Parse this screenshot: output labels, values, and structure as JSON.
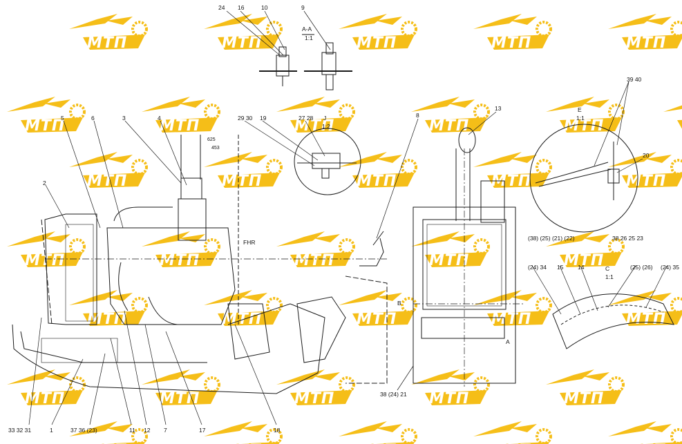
{
  "watermark": {
    "text": "МТП",
    "color": "#f5b800",
    "text_color": "#ffffff"
  },
  "section_titles": {
    "aa": "A-A",
    "aa_scale": "1:1",
    "j": "J",
    "j_scale": "1:2",
    "e": "E",
    "e_scale": "1:1",
    "c": "C",
    "c_scale": "1:1",
    "fhr": "FHR"
  },
  "dimensions": {
    "d1": "625",
    "d2": "453"
  },
  "callouts": {
    "c24": "24",
    "c16": "16",
    "c10": "10",
    "c9": "9",
    "c5": "5",
    "c6": "6",
    "c3": "3",
    "c4": "4",
    "c29_30": "29 30",
    "c19": "19",
    "c27_28": "27 28",
    "c8": "8",
    "c13": "13",
    "c39_40": "39 40",
    "c2": "2",
    "c20": "20",
    "c38_26_25_23": "38 26 25 23",
    "c38b_25b_21b_22b": "(38) (25) (21) (22)",
    "c24b_34": "(24) 34",
    "c15": "15",
    "c14": "14",
    "c25b_26b": "(25) (26)",
    "c24c_35": "(24) 35",
    "c33_32_31": "33 32 31",
    "c1": "1",
    "c37_36_23b": "37 36 (23)",
    "c11": "11",
    "c12": "12",
    "c7": "7",
    "c17": "17",
    "c18": "18",
    "c38_24b_21": "38 (24) 21",
    "cB": "B",
    "cA": "A"
  }
}
